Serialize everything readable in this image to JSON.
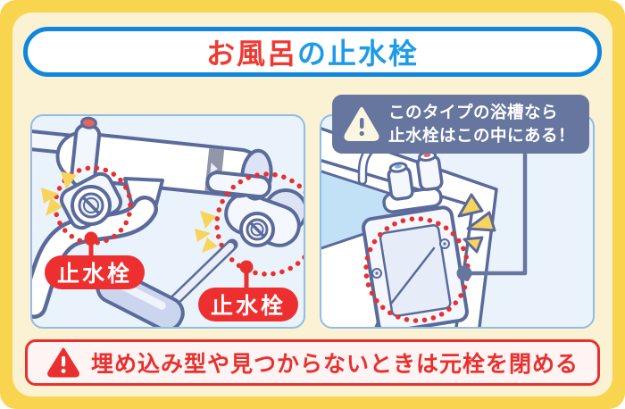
{
  "title": {
    "accent": "お風呂",
    "rest": "の止水栓"
  },
  "left_panel": {
    "badge_1": "止水栓",
    "badge_2": "止水栓",
    "description": "wall-mounted-mixer-faucet-with-two-stop-valves-and-screwdriver"
  },
  "right_panel": {
    "description": "bathtub-corner-with-apron-access-panel"
  },
  "callout": {
    "line1": "このタイプの浴槽なら",
    "line2": "止水栓はこの中にある！"
  },
  "warning": {
    "text": "埋め込み型や見つからないときは元栓を閉める"
  },
  "colors": {
    "outer_bg": "#F8D44F",
    "inner_bg": "#FBF2D3",
    "title_border": "#0E87DC",
    "title_accent_red": "#EF3A34",
    "title_blue": "#1E9BE8",
    "panel_bg": "#EAF3FB",
    "panel_border": "#8FBCE8",
    "illustration_outline": "#5A6B9B",
    "shading_lavender": "#DCE3F4",
    "highlight_red": "#E8312F",
    "badge_red": "#EE2F2F",
    "callout_slate": "#67769F",
    "warning_red": "#E8302E",
    "water_blue": "#C3E1F6",
    "emphasis_yellow": "#F8D45C"
  }
}
